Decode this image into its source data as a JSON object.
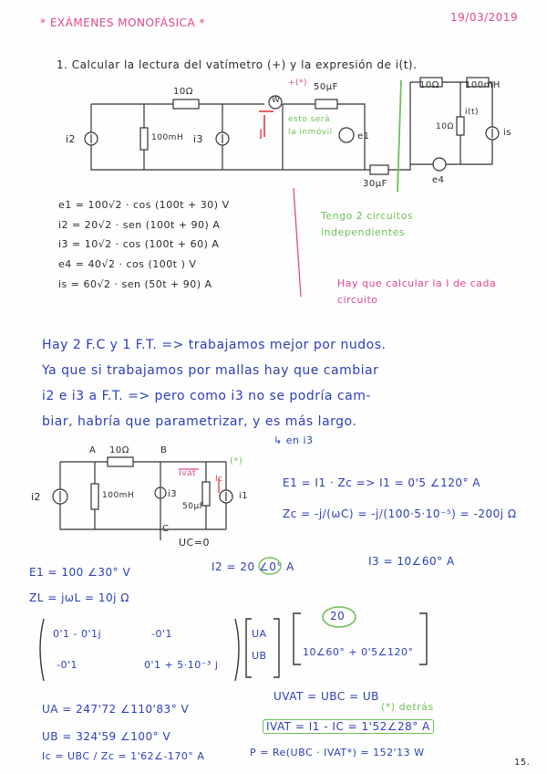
{
  "header": {
    "title": "* EXÁMENES MONOFÁSICA *",
    "date": "19/03/2019"
  },
  "problem": {
    "statement": "1. Calcular la lectura del vatímetro (+) y la expresión de i(t).",
    "circuit1_labels": {
      "r1": "10Ω",
      "c1": "50µF",
      "i2": "i2",
      "l1": "100mH",
      "i3": "i3",
      "w": "W",
      "e1": "e1",
      "c2": "30µF",
      "r2": "10Ω",
      "l2": "100mH",
      "it": "i(t)",
      "r3": "10Ω",
      "is": "is",
      "e4": "e4",
      "I_label": "I",
      "note_green": "esto será la inmóvil",
      "note_pink_small": "+(*)"
    },
    "equations": [
      "e1 = 100√2 · cos (100t + 30) V",
      "i2 = 20√2 · sen (100t + 90) A",
      "i3 = 10√2 · cos (100t + 60) A",
      "e4 = 40√2 · cos (100t ) V",
      "is = 60√2 · sen (50t + 90) A"
    ],
    "side_note_1": "Tengo 2 circuitos independientes",
    "side_note_2": "Hay que calcular la I de cada circuito"
  },
  "explanation": {
    "lines": [
      "Hay 2 F.C y 1 F.T. => trabajamos mejor por nudos.",
      "Ya que si trabajamos por mallas hay que cambiar",
      "i2 e i3 a F.T. => pero como i3 no se podría cam-",
      "biar, habría que parametrizar, y es más largo."
    ],
    "sub_note": "↳ en i3"
  },
  "circuit2": {
    "node_a": "A",
    "node_b": "B",
    "node_c": "C",
    "r": "10Ω",
    "l": "100mH",
    "c": "50µF",
    "i2": "i2",
    "i3": "i3",
    "i1": "i1",
    "ivat": "Ivat",
    "ic": "Ic",
    "star": "(*)",
    "ground": "UC=0"
  },
  "results_right": {
    "e1_line": "E1 = I1 · Zc => I1 = 0'5 ∠120° A",
    "zc_line": "Zc = -j/(ωC) = -j/(100·5·10⁻⁵) = -200j Ω"
  },
  "phasors": {
    "e1": "E1 = 100 ∠30° V",
    "i2": "I2 = 20 ∠0° A",
    "i3": "I3 = 10∠60° A",
    "zl": "ZL = jωL = 10j Ω",
    "highlight": "20"
  },
  "matrix": {
    "m11": "0'1 - 0'1j",
    "m12": "-0'1",
    "m21": "-0'1",
    "m22": "0'1 + 5·10⁻³ j",
    "v1": "UA",
    "v2": "UB",
    "r1": "20",
    "r2": "10∠60° + 0'5∠120°"
  },
  "final": {
    "ua": "UA = 247'72 ∠110'83° V",
    "ub": "UB = 324'59 ∠100° V",
    "ic": "Ic = UBC / Zc = 1'62∠-170° A",
    "uvat": "UVAT = UBC = UB",
    "uvat_note": "(*) detrás",
    "ivat": "IVAT = I1 - IC = 1'52∠28° A",
    "p": "P = Re(UBC · IVAT*) = 152'13 W"
  },
  "page_number": "15."
}
